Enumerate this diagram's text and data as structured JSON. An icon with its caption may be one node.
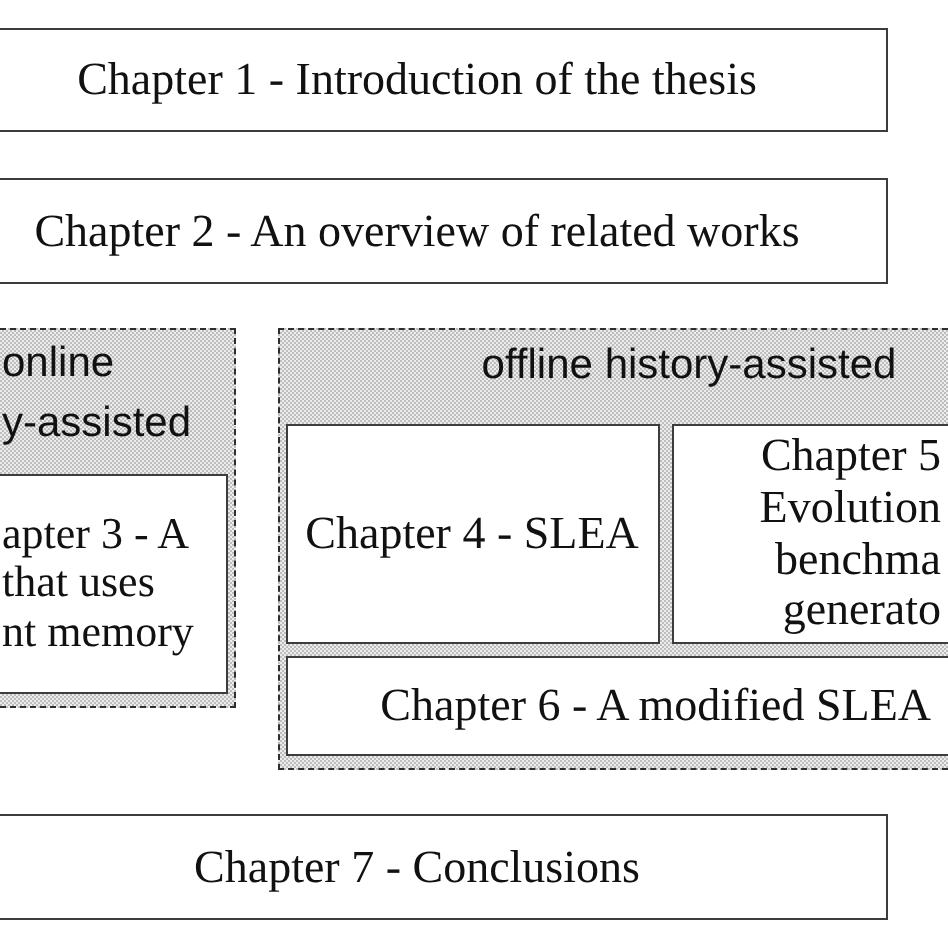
{
  "diagram": {
    "nodes": [
      {
        "text": [
          "Chapter 1 - Introduction of the thesis"
        ]
      },
      {
        "text": [
          "Chapter 2 - An overview of related works"
        ]
      },
      {
        "text": [
          "online y-assisted"
        ]
      },
      {
        "text": [
          "apter 3 - A that uses nt memory"
        ],
        "in": 2
      },
      {
        "text": [
          "offline history-assisted"
        ]
      },
      {
        "text": [
          "Chapter 4 - SLEA"
        ],
        "in": 4
      },
      {
        "text": [
          "Chapter 5 Evolution benchma generato"
        ],
        "in": 4
      },
      {
        "text": [
          "Chapter 6 - A modified SLEA"
        ],
        "in": 4
      },
      {
        "text": [
          "Chapter 7 - Conclusions"
        ]
      }
    ]
  }
}
